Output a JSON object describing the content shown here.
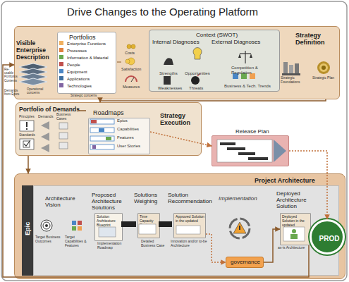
{
  "diagram": {
    "title": "Drive Changes to the Operating Platform",
    "nodes": [
      {
        "text": [
          "Visible Enterprise Description",
          "Strategy Definition"
        ]
      },
      {
        "text": [
          "Portfolios",
          "Enterprise Functions",
          "Processes",
          "Information & Material",
          "People",
          "Equipment",
          "Applications",
          "Technologies"
        ],
        "in": 0
      },
      {
        "text": [
          "Context (SWOT)",
          "Internal Diagnoses",
          "External Diagnoses"
        ],
        "in": 0
      },
      {
        "text": [
          "Portfolio of Demands",
          "Strategy Execution"
        ]
      },
      {
        "text": [
          "Roadmaps"
        ],
        "in": 3
      },
      {
        "text": [
          "Release Plan"
        ]
      },
      {
        "text": [
          "Project Architecture"
        ]
      },
      {
        "text": [
          "Epic"
        ],
        "in": 6
      },
      {
        "text": [
          "Architecture Vision",
          "Proposed Architecture Solutions",
          "Solutions Weighing",
          "Solution Recommendation",
          "Implementation",
          "Deployed Architecture Solution"
        ],
        "in": 6
      },
      {
        "text": [
          "Solution Architecture Blueprint"
        ],
        "in": 8
      },
      {
        "text": [
          "Time Capacity Costs"
        ],
        "in": 8
      },
      {
        "text": [
          "Approved Solution in the updated"
        ],
        "in": 8
      },
      {
        "text": [
          "governance"
        ],
        "in": 8
      },
      {
        "text": [
          "Deployed Solution in the updated"
        ],
        "in": 8
      },
      {
        "text": [
          "PROD"
        ],
        "in": 6
      }
    ],
    "edges": [
      {
        "from": 0,
        "to": 3,
        "arrow": "to"
      },
      {
        "from": 3,
        "to": 6,
        "arrow": "to"
      },
      {
        "from": 4,
        "to": 5,
        "arrow": "to"
      },
      {
        "from": 5,
        "to": 14,
        "arrow": "to"
      },
      {
        "from": 11,
        "to": 12,
        "arrow": "to"
      },
      {
        "from": 12,
        "to": 13,
        "arrow": "to"
      },
      {
        "from": 13,
        "to": 0,
        "arrow": "to"
      }
    ],
    "labels": [
      "Re-usable Portfolios Contents",
      "Demands from Epics",
      "Operational concerns",
      "Strategic concerns",
      "Costs",
      "Satisfaction",
      "Measures",
      "Strengths",
      "Opportunities",
      "Competition & Regulation",
      "Weaknesses",
      "Threats",
      "Business & Tech. Trends",
      "Strategic Foundations",
      "Strategic Plan",
      "Principles",
      "Standards",
      "Demands",
      "Business Cases",
      "Epics",
      "Capabilities",
      "Features",
      "User Stories",
      "Target Business Outcomes",
      "Target Capabilities & Features",
      "Implementation Roadmap",
      "Detailed Business Case",
      "Innovation and/or to-be Architecture",
      "as-is Architecture"
    ]
  }
}
